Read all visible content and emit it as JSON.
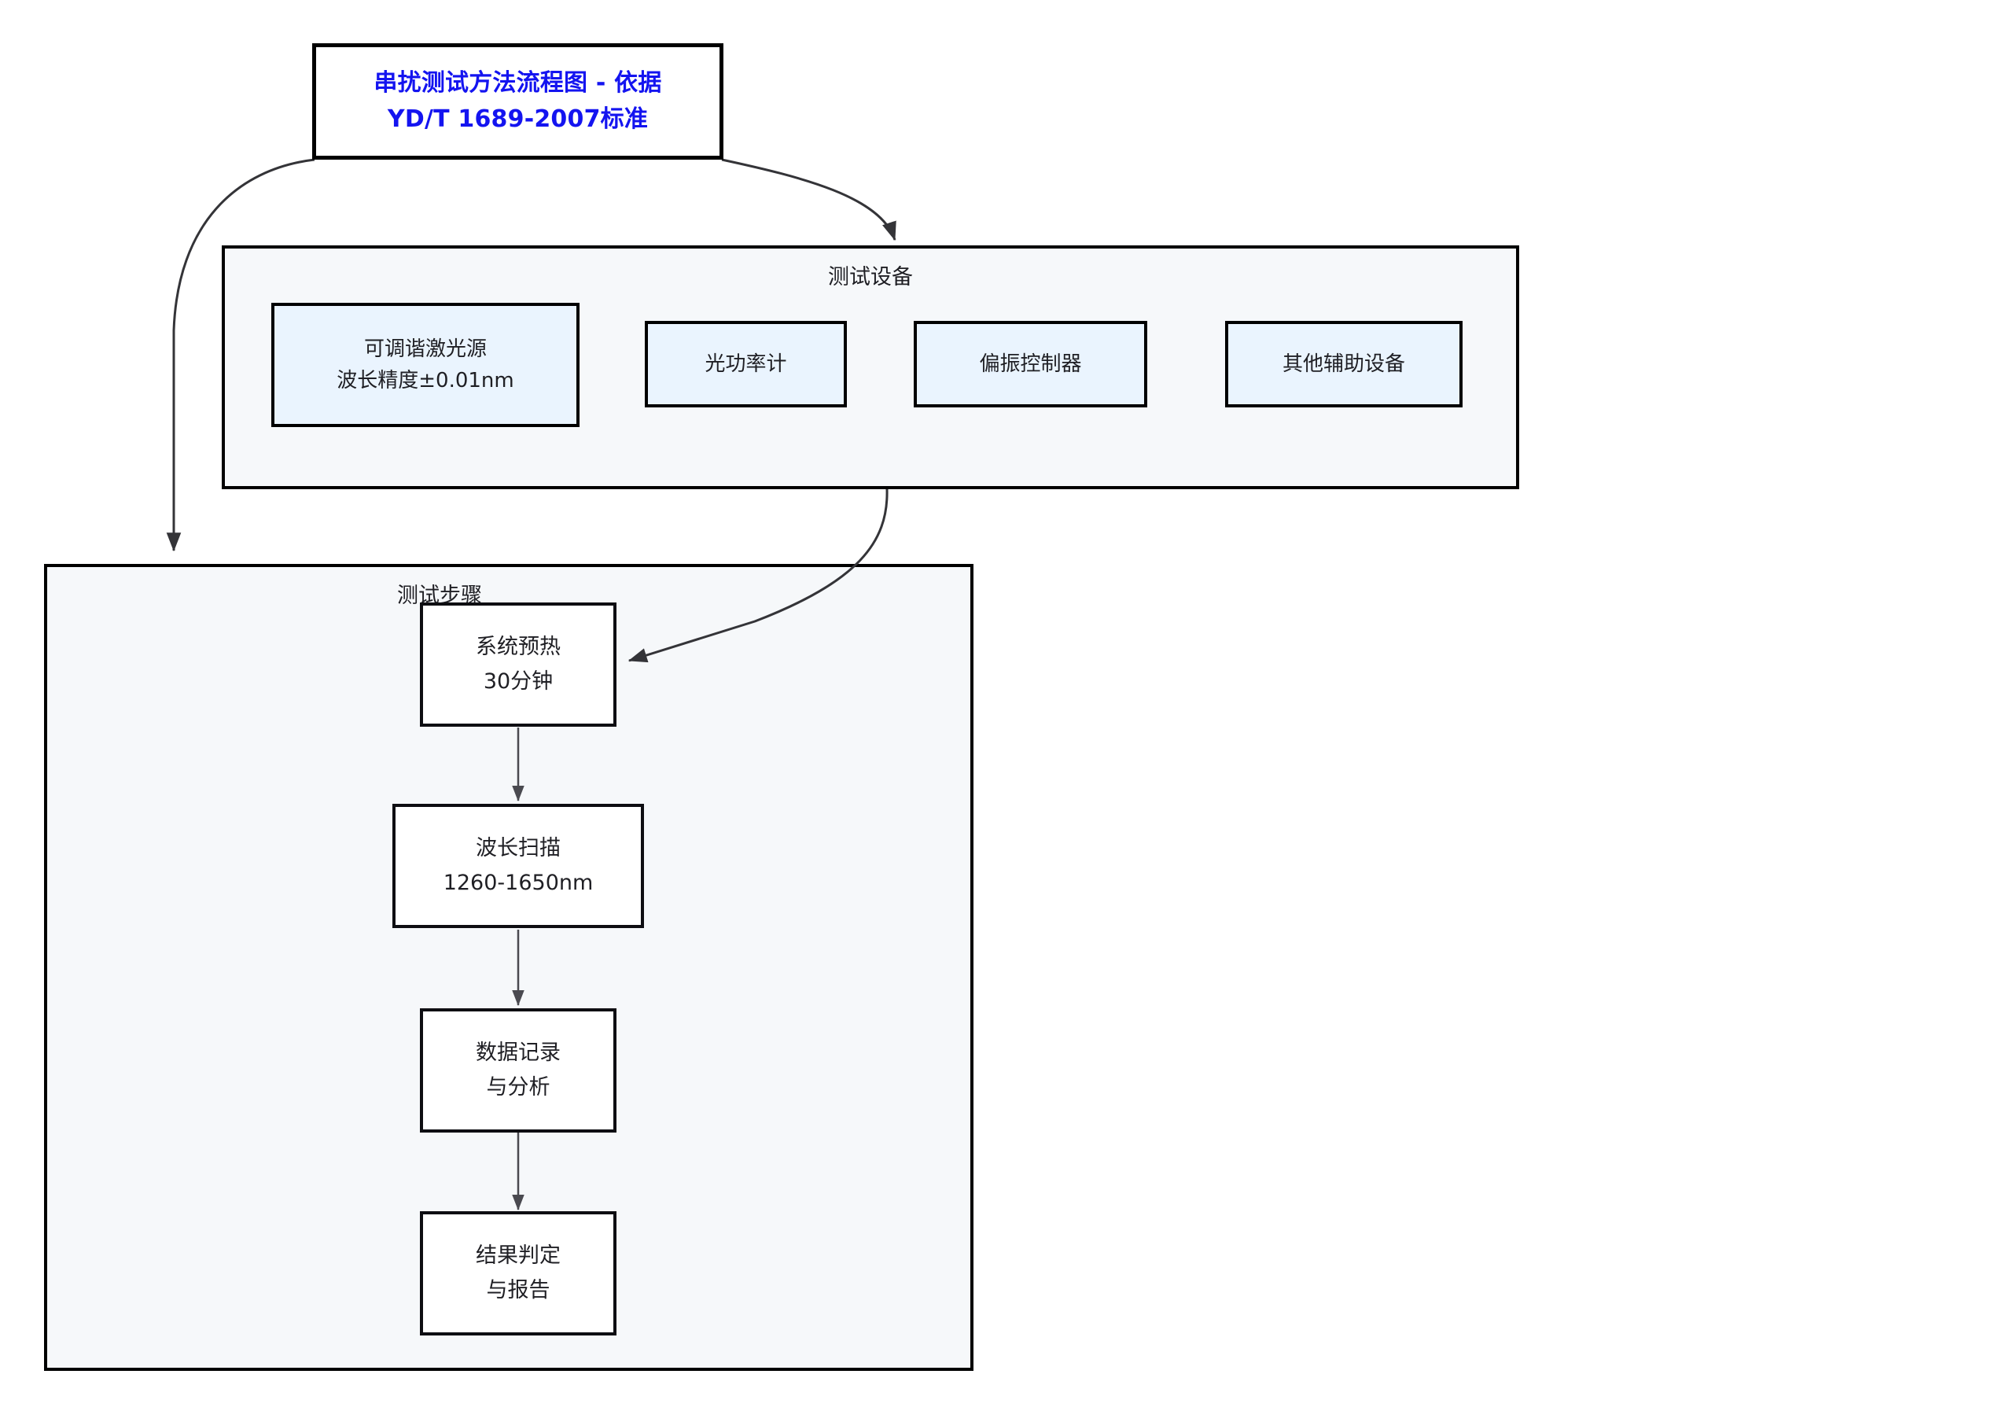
{
  "diagram": {
    "title_box": {
      "line1": "串扰测试方法流程图 - 依据",
      "line2": "YD/T 1689-2007标准",
      "color": "#1414f0"
    },
    "groups": [
      {
        "id": "equipment",
        "label": "测试设备",
        "fill": "#f6f8fa",
        "border": "#000000"
      },
      {
        "id": "steps",
        "label": "测试步骤",
        "fill": "#f6f8fa",
        "border": "#000000"
      }
    ],
    "equipment_nodes": [
      {
        "line1": "可调谐激光源",
        "line2": "波长精度±0.01nm",
        "fill": "#eaf4fe"
      },
      {
        "line1": "光功率计",
        "line2": "",
        "fill": "#eaf4fe"
      },
      {
        "line1": "偏振控制器",
        "line2": "",
        "fill": "#eaf4fe"
      },
      {
        "line1": "其他辅助设备",
        "line2": "",
        "fill": "#eaf4fe"
      }
    ],
    "step_nodes": [
      {
        "line1": "系统预热",
        "line2": "30分钟",
        "fill": "#ffffff"
      },
      {
        "line1": "波长扫描",
        "line2": "1260-1650nm",
        "fill": "#ffffff"
      },
      {
        "line1": "数据记录",
        "line2": "与分析",
        "fill": "#ffffff"
      },
      {
        "line1": "结果判定",
        "line2": "与报告",
        "fill": "#ffffff"
      }
    ],
    "edges": [
      {
        "from": "title_box",
        "to": "steps",
        "style": "curved-arrow"
      },
      {
        "from": "title_box",
        "to": "equipment",
        "style": "curved-arrow"
      },
      {
        "from": "equipment",
        "to": "系统预热",
        "style": "curved-arrow"
      },
      {
        "from": "系统预热",
        "to": "波长扫描",
        "style": "straight-arrow"
      },
      {
        "from": "波长扫描",
        "to": "数据记录",
        "style": "straight-arrow"
      },
      {
        "from": "数据记录",
        "to": "结果判定",
        "style": "straight-arrow"
      }
    ],
    "edge_color": "#343438"
  }
}
